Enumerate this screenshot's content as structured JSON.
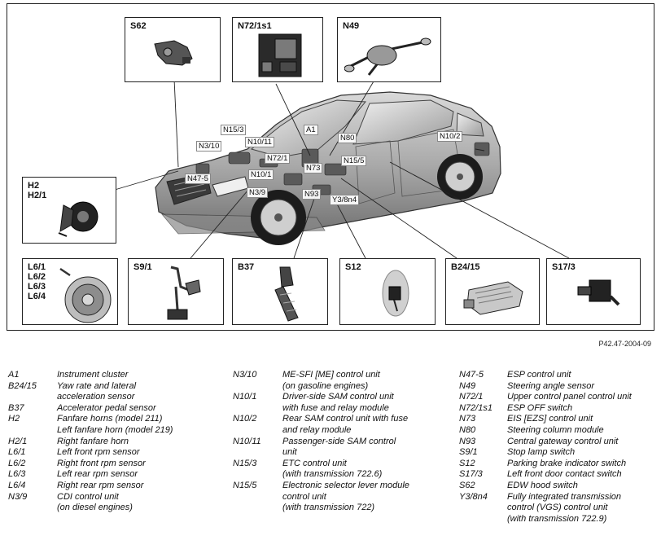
{
  "figure_ref": "P42.47-2004-09",
  "components": [
    {
      "id": "s62",
      "label": "S62",
      "icon": "hood-switch-icon"
    },
    {
      "id": "n72_1s1",
      "label": "N72/1s1",
      "icon": "esp-off-switch-icon"
    },
    {
      "id": "n49",
      "label": "N49",
      "icon": "steering-column-module-icon"
    },
    {
      "id": "h2",
      "label": "H2\nH2/1",
      "icon": "fanfare-horn-icon"
    },
    {
      "id": "l6",
      "label": "L6/1\nL6/2\nL6/3\nL6/4",
      "icon": "rpm-sensor-disc-icon"
    },
    {
      "id": "s9_1",
      "label": "S9/1",
      "icon": "stop-lamp-pedal-icon"
    },
    {
      "id": "b37",
      "label": "B37",
      "icon": "accelerator-pedal-icon"
    },
    {
      "id": "s12",
      "label": "S12",
      "icon": "parking-brake-switch-icon"
    },
    {
      "id": "b24_15",
      "label": "B24/15",
      "icon": "yaw-rate-sensor-icon"
    },
    {
      "id": "s17_3",
      "label": "S17/3",
      "icon": "door-contact-switch-icon"
    }
  ],
  "callouts": [
    "N15/3",
    "A1",
    "N80",
    "N3/10",
    "N10/11",
    "N10/2",
    "N72/1",
    "N15/5",
    "N73",
    "N47-5",
    "N10/1",
    "N3/9",
    "N93",
    "Y3/8n4"
  ],
  "legend": [
    [
      {
        "code": "A1",
        "desc": "Instrument cluster"
      },
      {
        "code": "B24/15",
        "desc": "Yaw rate and lateral\nacceleration sensor"
      },
      {
        "code": "B37",
        "desc": "Accelerator pedal sensor"
      },
      {
        "code": "H2",
        "desc": "Fanfare horns (model 211)\nLeft fanfare horn (model 219)"
      },
      {
        "code": "H2/1",
        "desc": "Right fanfare horn"
      },
      {
        "code": "L6/1",
        "desc": "Left front rpm sensor"
      },
      {
        "code": "L6/2",
        "desc": "Right front rpm sensor"
      },
      {
        "code": "L6/3",
        "desc": "Left rear rpm sensor"
      },
      {
        "code": "L6/4",
        "desc": "Right rear rpm sensor"
      },
      {
        "code": "N3/9",
        "desc": "CDI control unit\n(on diesel engines)"
      }
    ],
    [
      {
        "code": "N3/10",
        "desc": "ME-SFI [ME] control unit\n(on gasoline engines)"
      },
      {
        "code": "N10/1",
        "desc": "Driver-side SAM control unit\nwith fuse and relay module"
      },
      {
        "code": "N10/2",
        "desc": "Rear SAM control unit with fuse\nand relay module"
      },
      {
        "code": "N10/11",
        "desc": "Passenger-side SAM control\nunit"
      },
      {
        "code": "N15/3",
        "desc": "ETC control unit\n(with transmission 722.6)"
      },
      {
        "code": "N15/5",
        "desc": "Electronic selector lever module\ncontrol unit\n(with transmission 722)"
      }
    ],
    [
      {
        "code": "N47-5",
        "desc": "ESP control unit"
      },
      {
        "code": "N49",
        "desc": "Steering angle sensor"
      },
      {
        "code": "N72/1",
        "desc": "Upper control panel control unit"
      },
      {
        "code": "N72/1s1",
        "desc": "ESP OFF switch"
      },
      {
        "code": "N73",
        "desc": "EIS [EZS] control unit"
      },
      {
        "code": "N80",
        "desc": "Steering column module"
      },
      {
        "code": "N93",
        "desc": "Central gateway control unit"
      },
      {
        "code": "S9/1",
        "desc": "Stop lamp switch"
      },
      {
        "code": "S12",
        "desc": "Parking brake indicator switch"
      },
      {
        "code": "S17/3",
        "desc": "Left front door contact switch"
      },
      {
        "code": "S62",
        "desc": "EDW hood switch"
      },
      {
        "code": "Y3/8n4",
        "desc": "Fully integrated transmission\ncontrol (VGS) control unit\n(with transmission 722.9)"
      }
    ]
  ]
}
